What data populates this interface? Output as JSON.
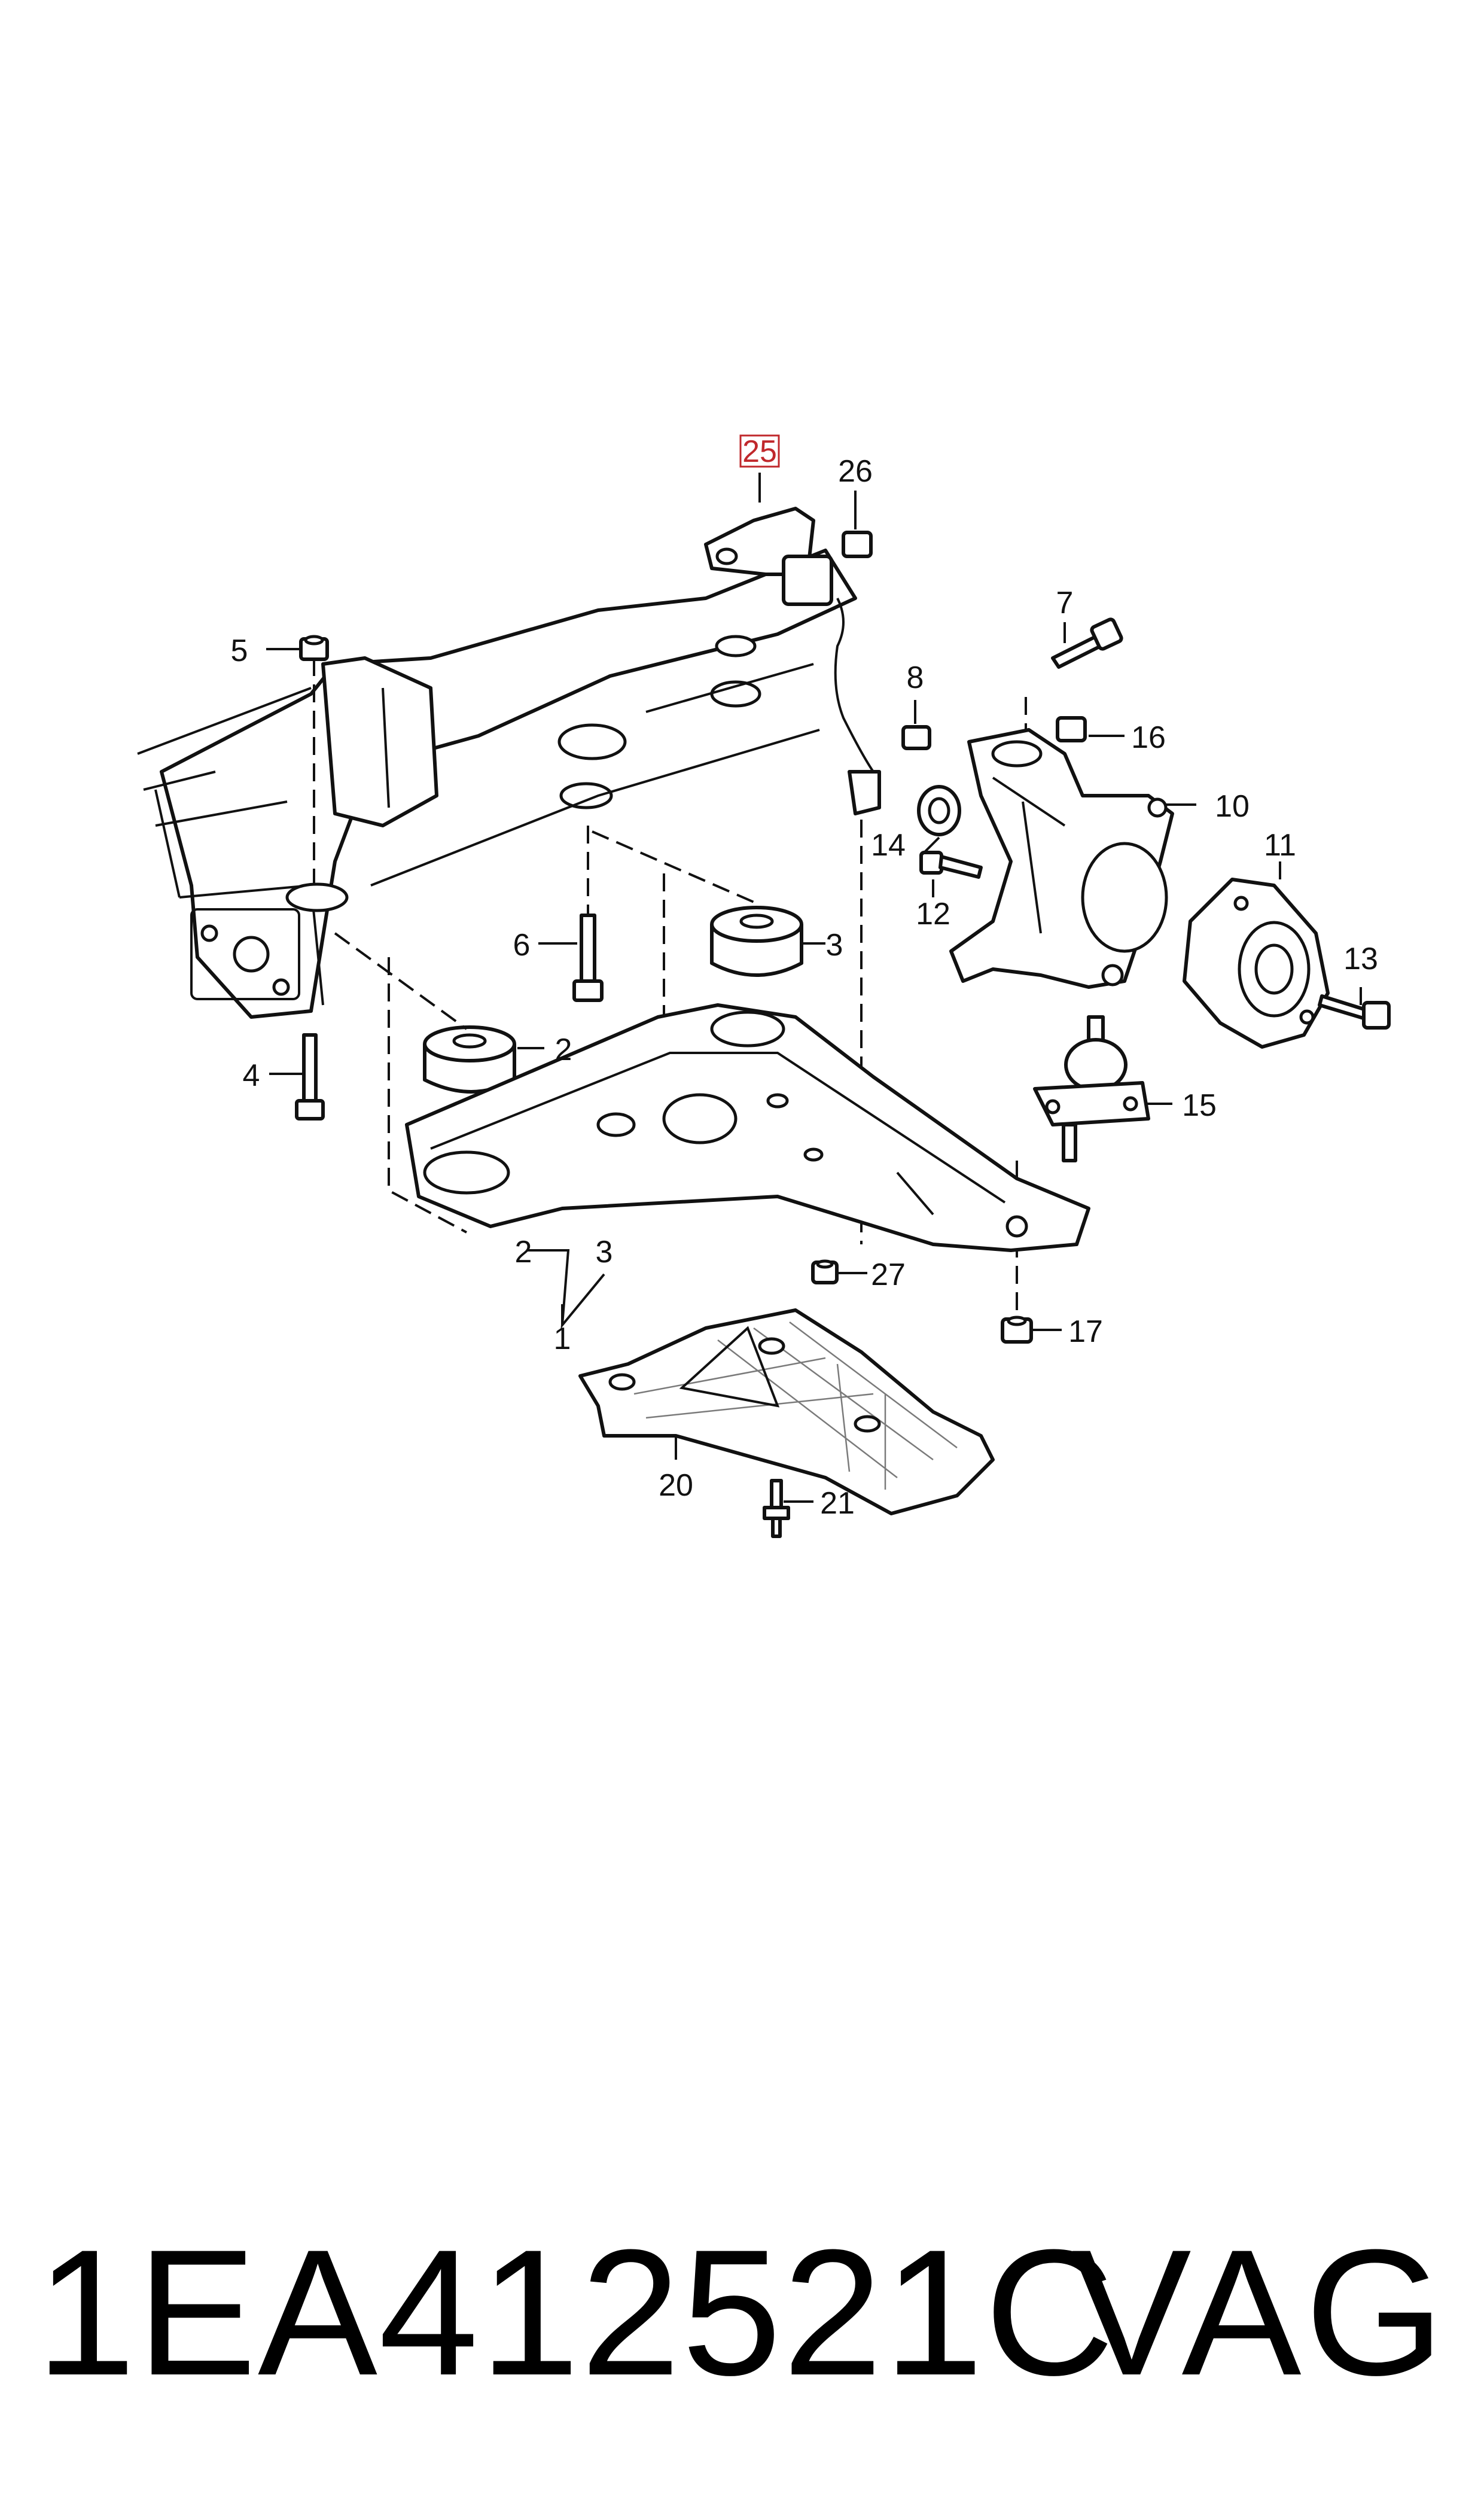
{
  "callouts": {
    "c1": "1",
    "c2": "2",
    "c2b": "2",
    "c3": "3",
    "c3b": "3",
    "c4": "4",
    "c5": "5",
    "c6": "6",
    "c7": "7",
    "c8": "8",
    "c10": "10",
    "c11": "11",
    "c12": "12",
    "c13": "13",
    "c14": "14",
    "c15": "15",
    "c16": "16",
    "c17": "17",
    "c20": "20",
    "c21": "21",
    "c25": "25",
    "c26": "26",
    "c27": "27"
  },
  "highlight_color": "#c0282c",
  "footer": {
    "part_number": "1EA412521C",
    "brand": "VAG"
  }
}
